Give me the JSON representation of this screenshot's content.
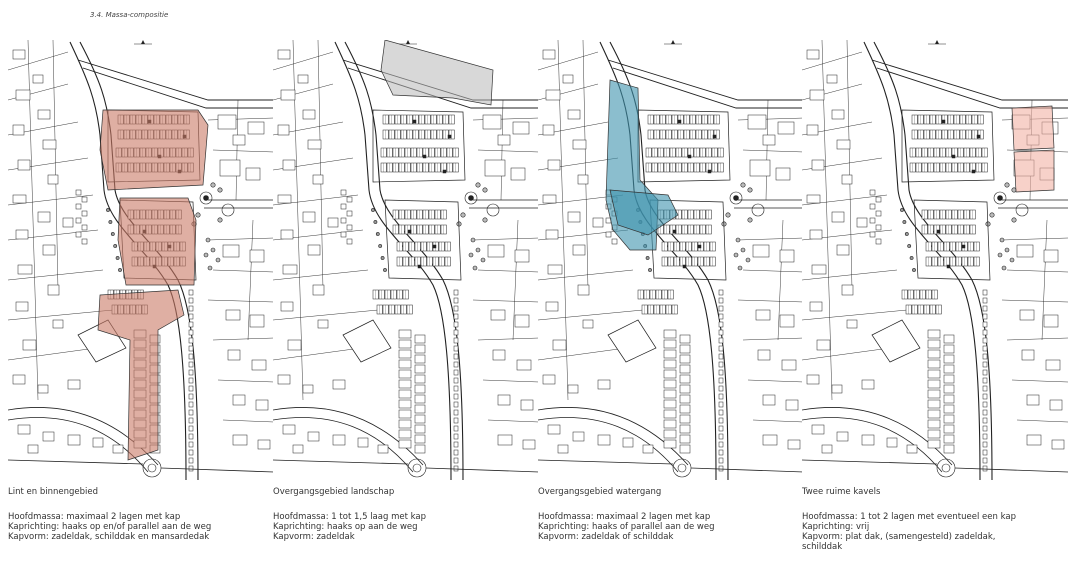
{
  "section_title": "3.4. Massa-compositie",
  "highlight_colors": {
    "lint": "#c97a66",
    "landschap": "#b8b8b8",
    "watergang": "#3e93ae",
    "kavels": "#f1b3a5"
  },
  "panels": [
    {
      "key": "lint",
      "title": "Lint en binnengebied",
      "lines": [
        "Hoofdmassa: maximaal 2 lagen met kap",
        "Kaprichting: haaks op en/of parallel aan de weg",
        "Kapvorm: zadeldak, schilddak en mansardedak"
      ]
    },
    {
      "key": "landschap",
      "title": "Overgangsgebied landschap",
      "lines": [
        "Hoofdmassa: 1 tot 1,5 laag met kap",
        "Kaprichting: haaks op aan de weg",
        "Kapvorm: zadeldak"
      ]
    },
    {
      "key": "watergang",
      "title": "Overgangsgebied watergang",
      "lines": [
        "Hoofdmassa: maximaal 2 lagen met kap",
        "Kaprichting: haaks of parallel aan de weg",
        "Kapvorm: zadeldak of schilddak"
      ]
    },
    {
      "key": "kavels",
      "title": "Twee ruime kavels",
      "lines": [
        "Hoofdmassa: 1 tot 2 lagen met eventueel een kap",
        "Kaprichting: vrij",
        "Kapvorm: plat dak, (samengesteld) zadeldak,",
        "schilddak"
      ]
    }
  ]
}
